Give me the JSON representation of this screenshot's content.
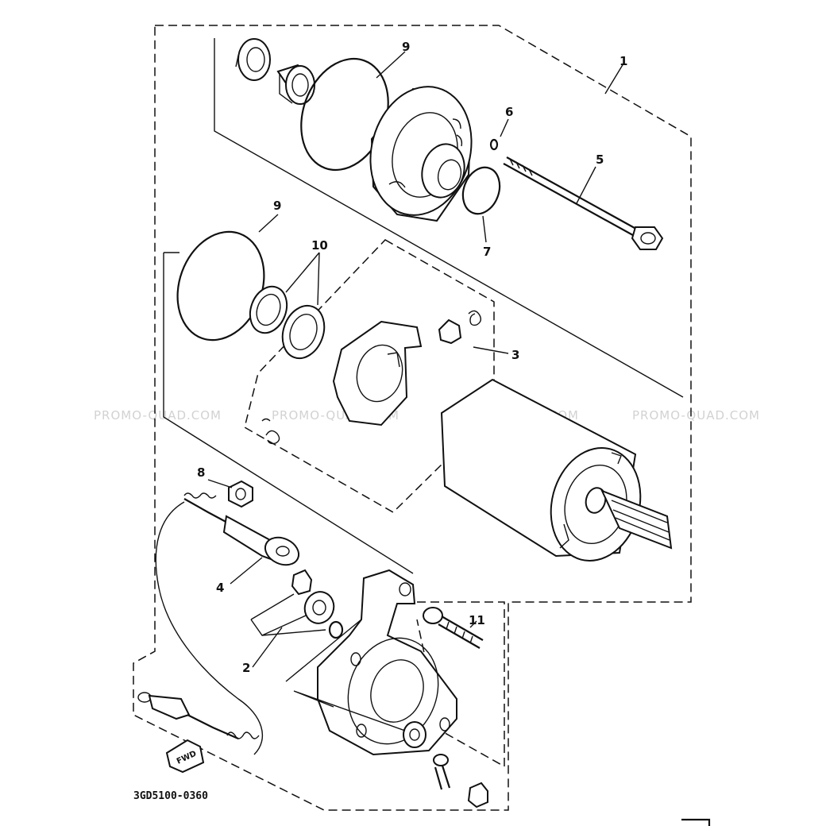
{
  "diagram": {
    "code": "3GD5100-0360",
    "fwd_label": "FWD",
    "watermarks": [
      "PROMO-QUAD.COM",
      "PROMO-QUAD.COM",
      "PROMO-QUAD.COM",
      "PROMO-QUAD.COM"
    ],
    "callouts": [
      "1",
      "2",
      "3",
      "4",
      "5",
      "6",
      "7",
      "8",
      "9",
      "9",
      "10",
      "11"
    ]
  }
}
